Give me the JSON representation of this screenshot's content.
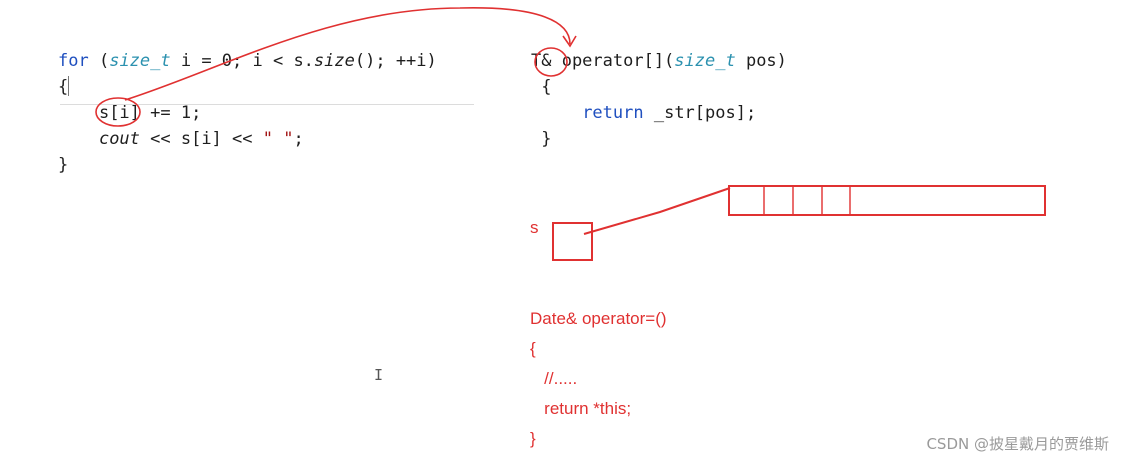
{
  "left_code": {
    "line1": {
      "kw_for": "for",
      "p1": " (",
      "ty": "size_t",
      "p2": " i = 0; i < s.",
      "fn": "size",
      "p3": "(); ++i)"
    },
    "line2": "{",
    "line3": {
      "indent": "    ",
      "text": "s[i] += 1;"
    },
    "line4": {
      "indent": "    ",
      "it": "cout",
      "p1": " << s[i] << ",
      "str": "\" \"",
      "p2": ";"
    },
    "line5": "}"
  },
  "right_code": {
    "line1": {
      "p0": "T& operator[](",
      "ty": "size_t",
      "p1": " pos)"
    },
    "line2": " {",
    "line3": {
      "indent": "     ",
      "kw": "return",
      "rest": " _str[pos];"
    },
    "line4": " }"
  },
  "annotation": {
    "s_label": "s",
    "date_code": {
      "line1": "Date& operator=()",
      "line2": "{",
      "line3": "   //.....",
      "line4": "   return *this;",
      "line5": "}"
    }
  },
  "watermark": "CSDN @披星戴月的贾维斯",
  "colors": {
    "annotation": "#e03131",
    "keyword": "#1f4fbf",
    "type": "#2b91af",
    "string": "#a31515"
  }
}
